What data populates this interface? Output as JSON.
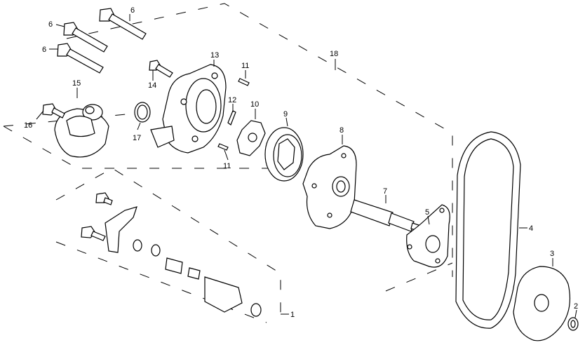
{
  "callouts": {
    "c1": "1",
    "c2": "2",
    "c3": "3",
    "c4": "4",
    "c5": "5",
    "c6a": "6",
    "c6b": "6",
    "c6c": "6",
    "c7": "7",
    "c8": "8",
    "c9": "9",
    "c10": "10",
    "c11a": "11",
    "c11b": "11",
    "c12": "12",
    "c13": "13",
    "c14": "14",
    "c15": "15",
    "c16": "16",
    "c17": "17",
    "c18": "18"
  }
}
